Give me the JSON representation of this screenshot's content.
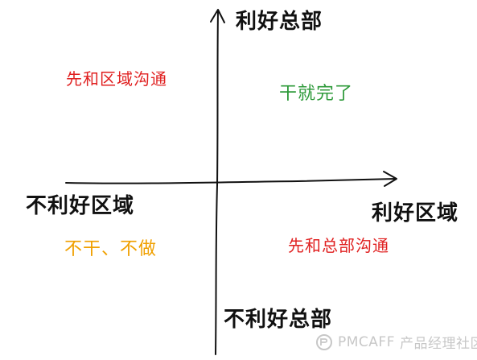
{
  "axes": {
    "top": "利好总部",
    "bottom": "不利好总部",
    "left": "不利好区域",
    "right": "利好区域"
  },
  "quadrants": {
    "top_left": "先和区域沟通",
    "top_right": "干就完了",
    "bottom_left": "不干、不做",
    "bottom_right": "先和总部沟通"
  },
  "watermark": {
    "brand": "PMCAFF",
    "suffix": "产品经理社区",
    "icon": "pmcaff-logo-icon"
  },
  "colors": {
    "axis": "#111111",
    "top_left": "#e02020",
    "top_right": "#2e9a3a",
    "bottom_left": "#f0a000",
    "bottom_right": "#e02020",
    "watermark": "#9a9a9a"
  }
}
